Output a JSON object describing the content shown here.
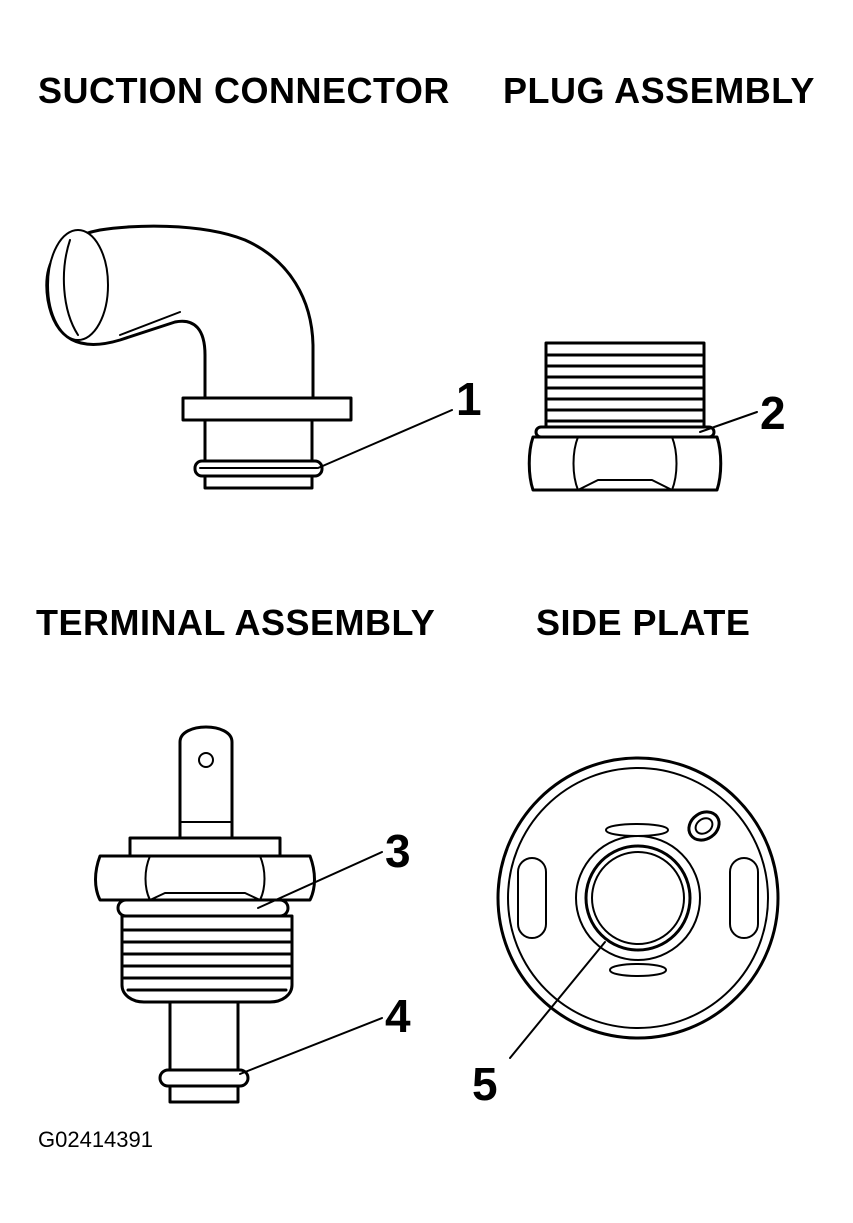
{
  "titles": {
    "suction_connector": "SUCTION CONNECTOR",
    "plug_assembly": "PLUG ASSEMBLY",
    "terminal_assembly": "TERMINAL ASSEMBLY",
    "side_plate": "SIDE PLATE"
  },
  "callouts": {
    "c1": "1",
    "c2": "2",
    "c3": "3",
    "c4": "4",
    "c5": "5"
  },
  "figure_id": "G02414391"
}
